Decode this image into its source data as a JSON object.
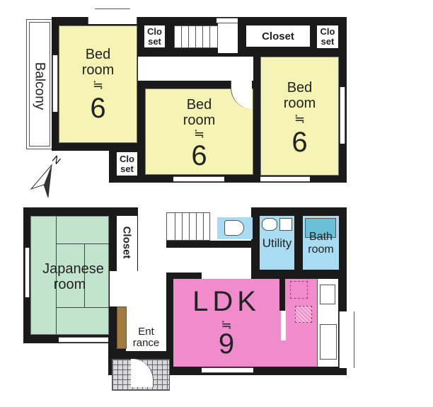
{
  "upper_floor": {
    "balcony": "Balcony",
    "bedroom_1": {
      "name_line1": "Bed",
      "name_line2": "room",
      "approx": "≒",
      "size": "6"
    },
    "bedroom_2": {
      "name_line1": "Bed",
      "name_line2": "room",
      "approx": "≒",
      "size": "6"
    },
    "bedroom_3": {
      "name_line1": "Bed",
      "name_line2": "room",
      "approx": "≒",
      "size": "6"
    },
    "closet_a": {
      "line1": "Clo",
      "line2": "set"
    },
    "closet_b": "Closet",
    "closet_c": {
      "line1": "Clo",
      "line2": "set"
    },
    "closet_d": {
      "line1": "Clo",
      "line2": "set"
    },
    "compass": "N"
  },
  "lower_floor": {
    "japanese_room": {
      "line1": "Japanese",
      "line2": "room"
    },
    "closet": "Closet",
    "utility": "Utility",
    "bathroom": {
      "line1": "Bath",
      "line2": "room"
    },
    "ldk": {
      "name": "LDK",
      "approx": "≒",
      "size": "9"
    },
    "entrance": {
      "line1": "Ent",
      "line2": "rance"
    }
  },
  "colors": {
    "bedroom": "#f6f4b4",
    "japanese": "#c2e4cc",
    "wet": "#a9dcf2",
    "ldk": "#f08ccc",
    "wall": "#1a1a1a",
    "shoe_cabinet": "#a37a3f"
  }
}
